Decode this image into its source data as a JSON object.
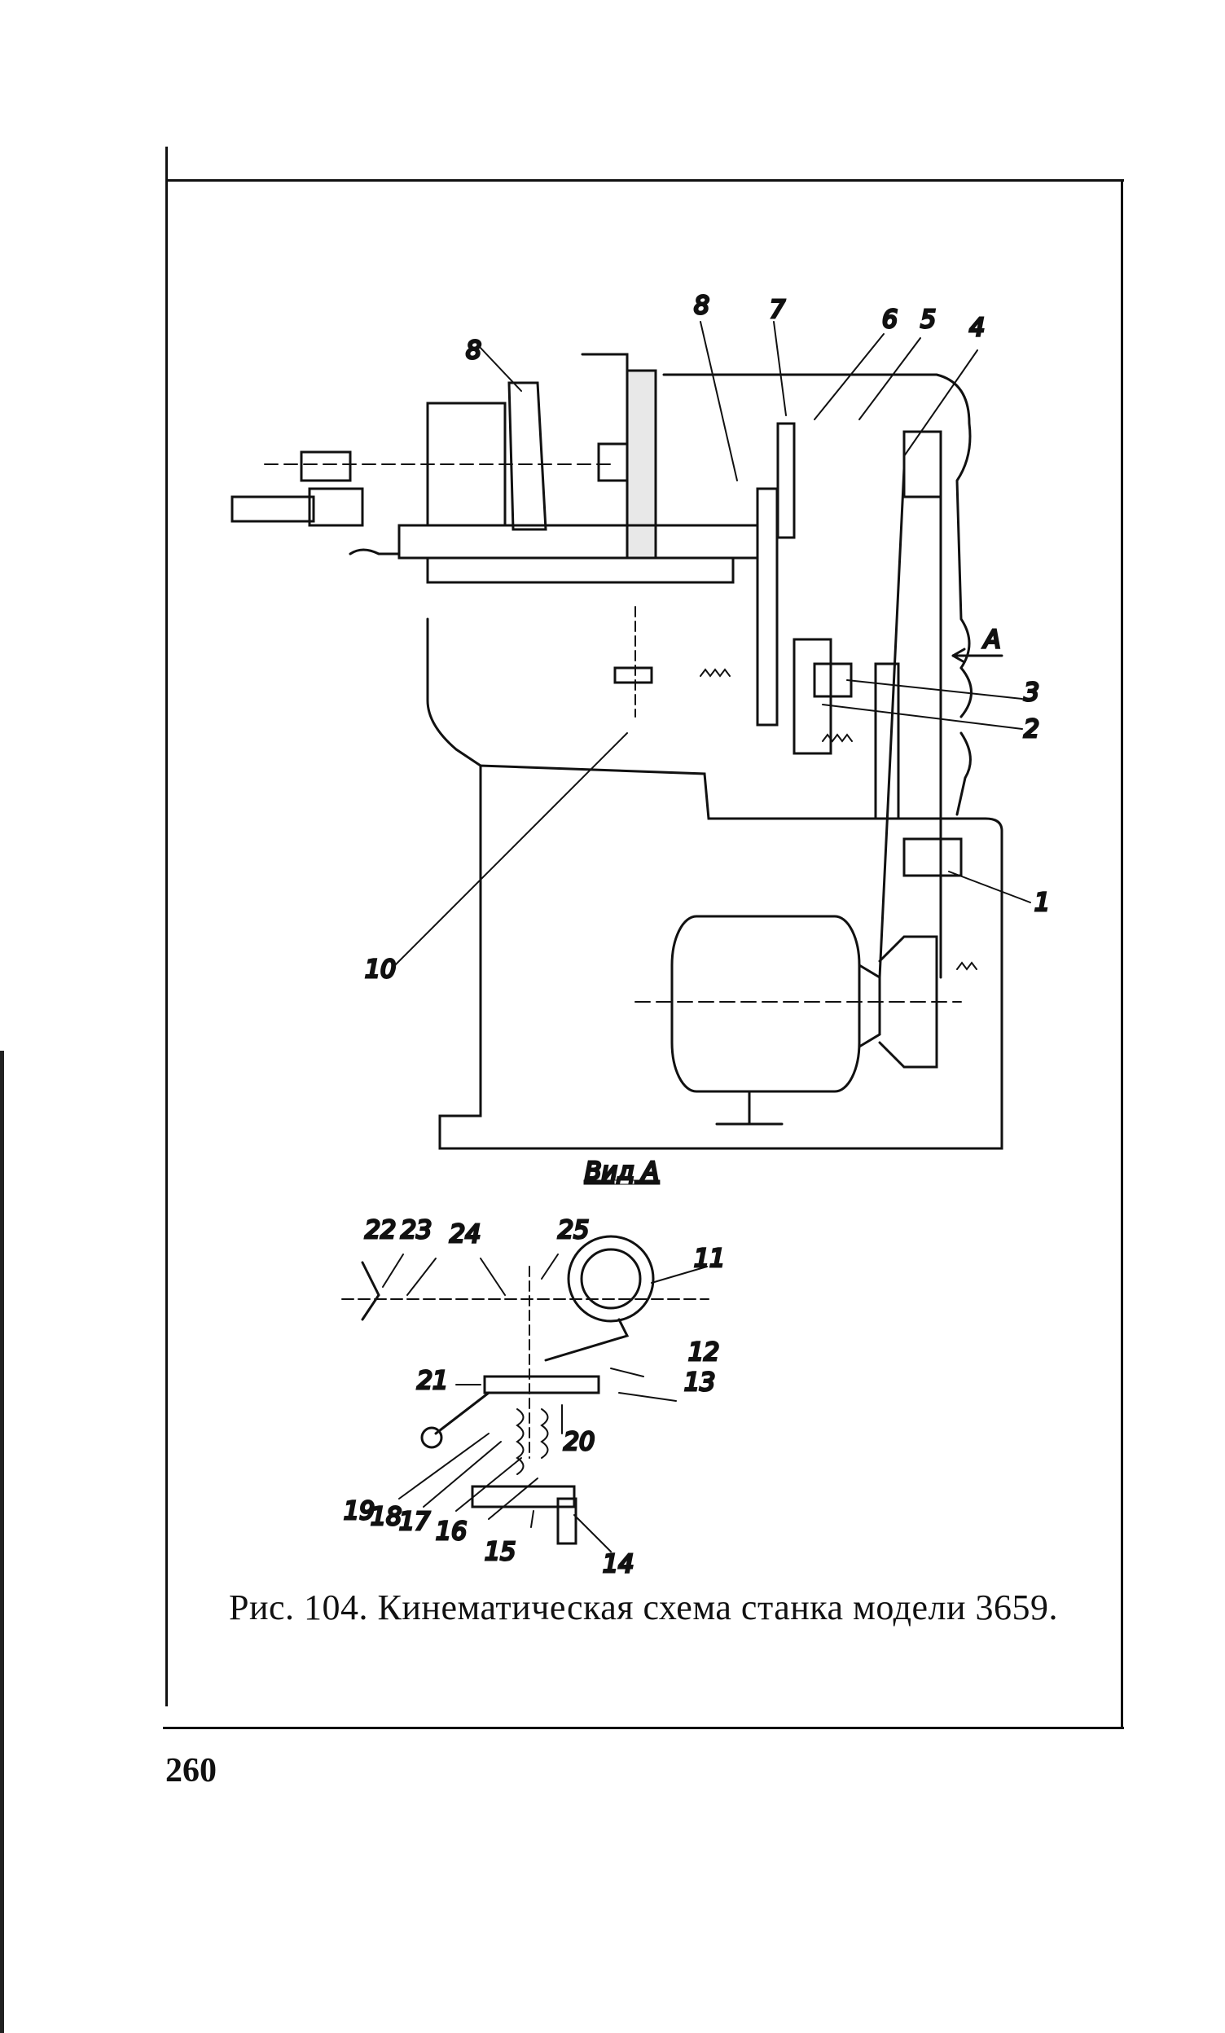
{
  "figure": {
    "caption": "Рис. 104. Кинематическая схема станка модели 3659.",
    "view_label": "Вид А",
    "arrow_label": "А",
    "part_numbers": [
      "1",
      "2",
      "3",
      "4",
      "5",
      "6",
      "7",
      "8",
      "8",
      "10",
      "11",
      "12",
      "13",
      "14",
      "15",
      "16",
      "17",
      "18",
      "19",
      "20",
      "21",
      "22",
      "23",
      "24",
      "25"
    ]
  },
  "page_number": "260"
}
